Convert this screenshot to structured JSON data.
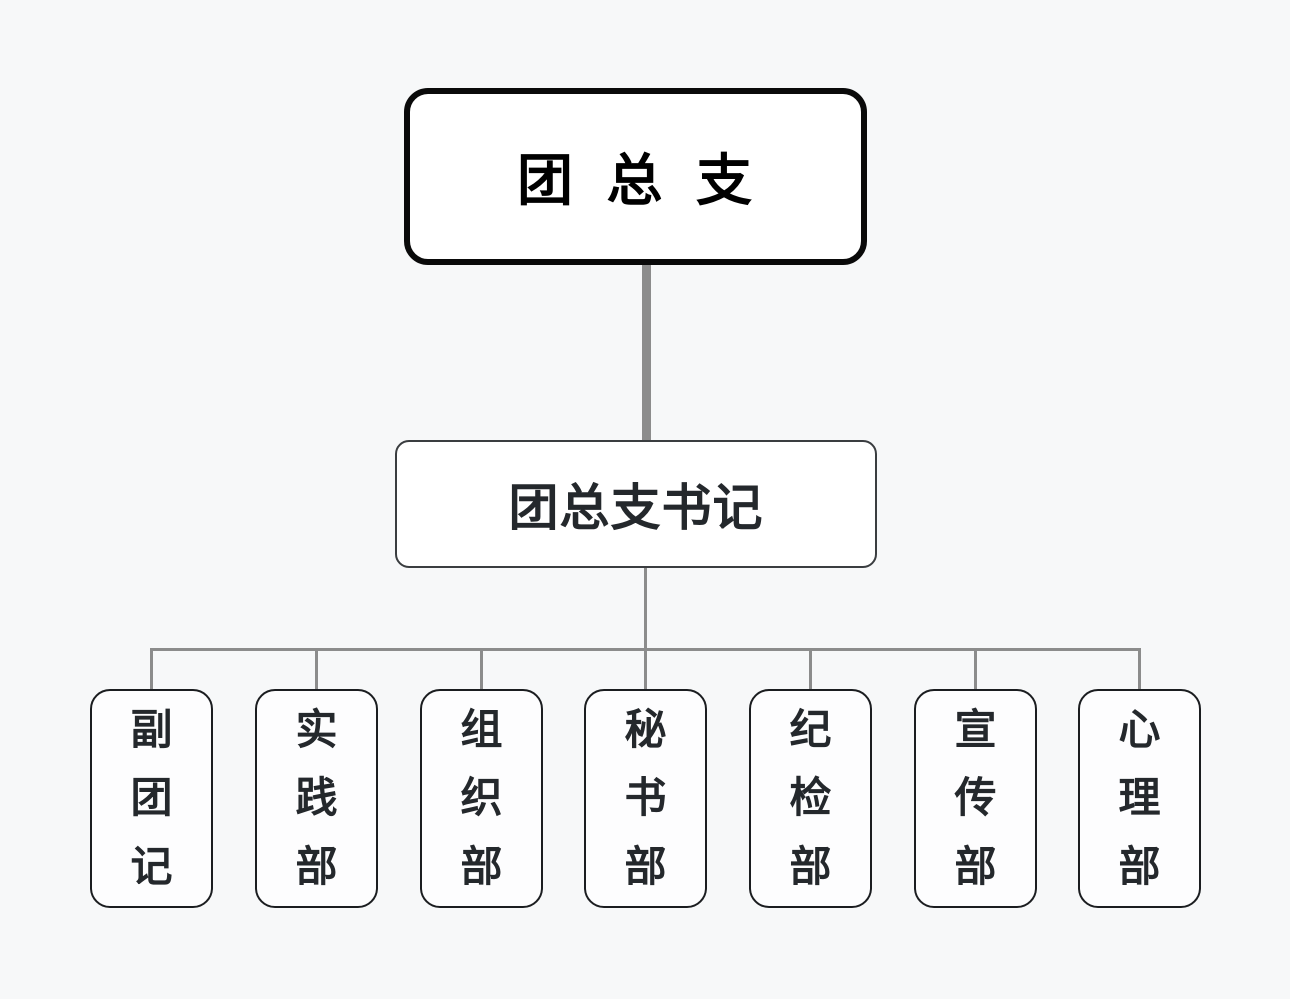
{
  "colors": {
    "page_background": "#f7f8f9",
    "node_background": "#ffffff",
    "top_node_border": "#0a0a0a",
    "mid_node_border": "#3a3d40",
    "dept_node_border": "#1b1d20",
    "connector": "#8c8c8c",
    "text": "#24282c"
  },
  "chart": {
    "type": "org-chart",
    "root": {
      "label": "团 总 支"
    },
    "secretary": {
      "label": "团总支书记"
    },
    "departments": [
      {
        "label": "副团记"
      },
      {
        "label": "实践部"
      },
      {
        "label": "组织部"
      },
      {
        "label": "秘书部"
      },
      {
        "label": "纪检部"
      },
      {
        "label": "宣传部"
      },
      {
        "label": "心理部"
      }
    ]
  }
}
